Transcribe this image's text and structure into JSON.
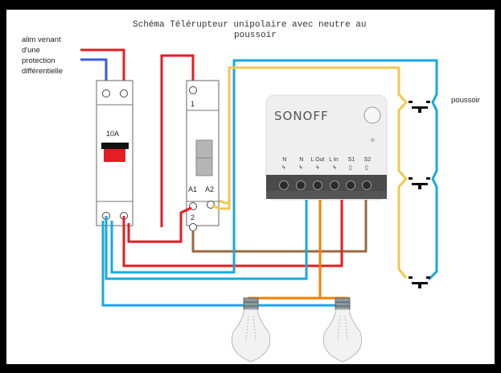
{
  "title": {
    "line1": "Schéma Télérupteur  unipolaire avec neutre au",
    "line2": "poussoir"
  },
  "supply_label": [
    "alim venant",
    "d'une",
    "protection",
    "différentielle"
  ],
  "breaker": {
    "rating": "10A"
  },
  "relay": {
    "terminal_1": "1",
    "terminal_2": "2",
    "terminal_a1": "A1",
    "terminal_a2": "A2"
  },
  "sonoff": {
    "brand": "SONOFF",
    "terminals": [
      "N",
      "N",
      "L Out",
      "L In",
      "S1",
      "S2"
    ]
  },
  "pushbutton_label": "poussoir",
  "wire_colors": {
    "phase": "#e31e24",
    "neutral_in": "#3b5bdb",
    "neutral": "#1aa7e0",
    "load": "#ff7f00",
    "switch": "#f2c94c",
    "return": "#9a6a3f"
  }
}
